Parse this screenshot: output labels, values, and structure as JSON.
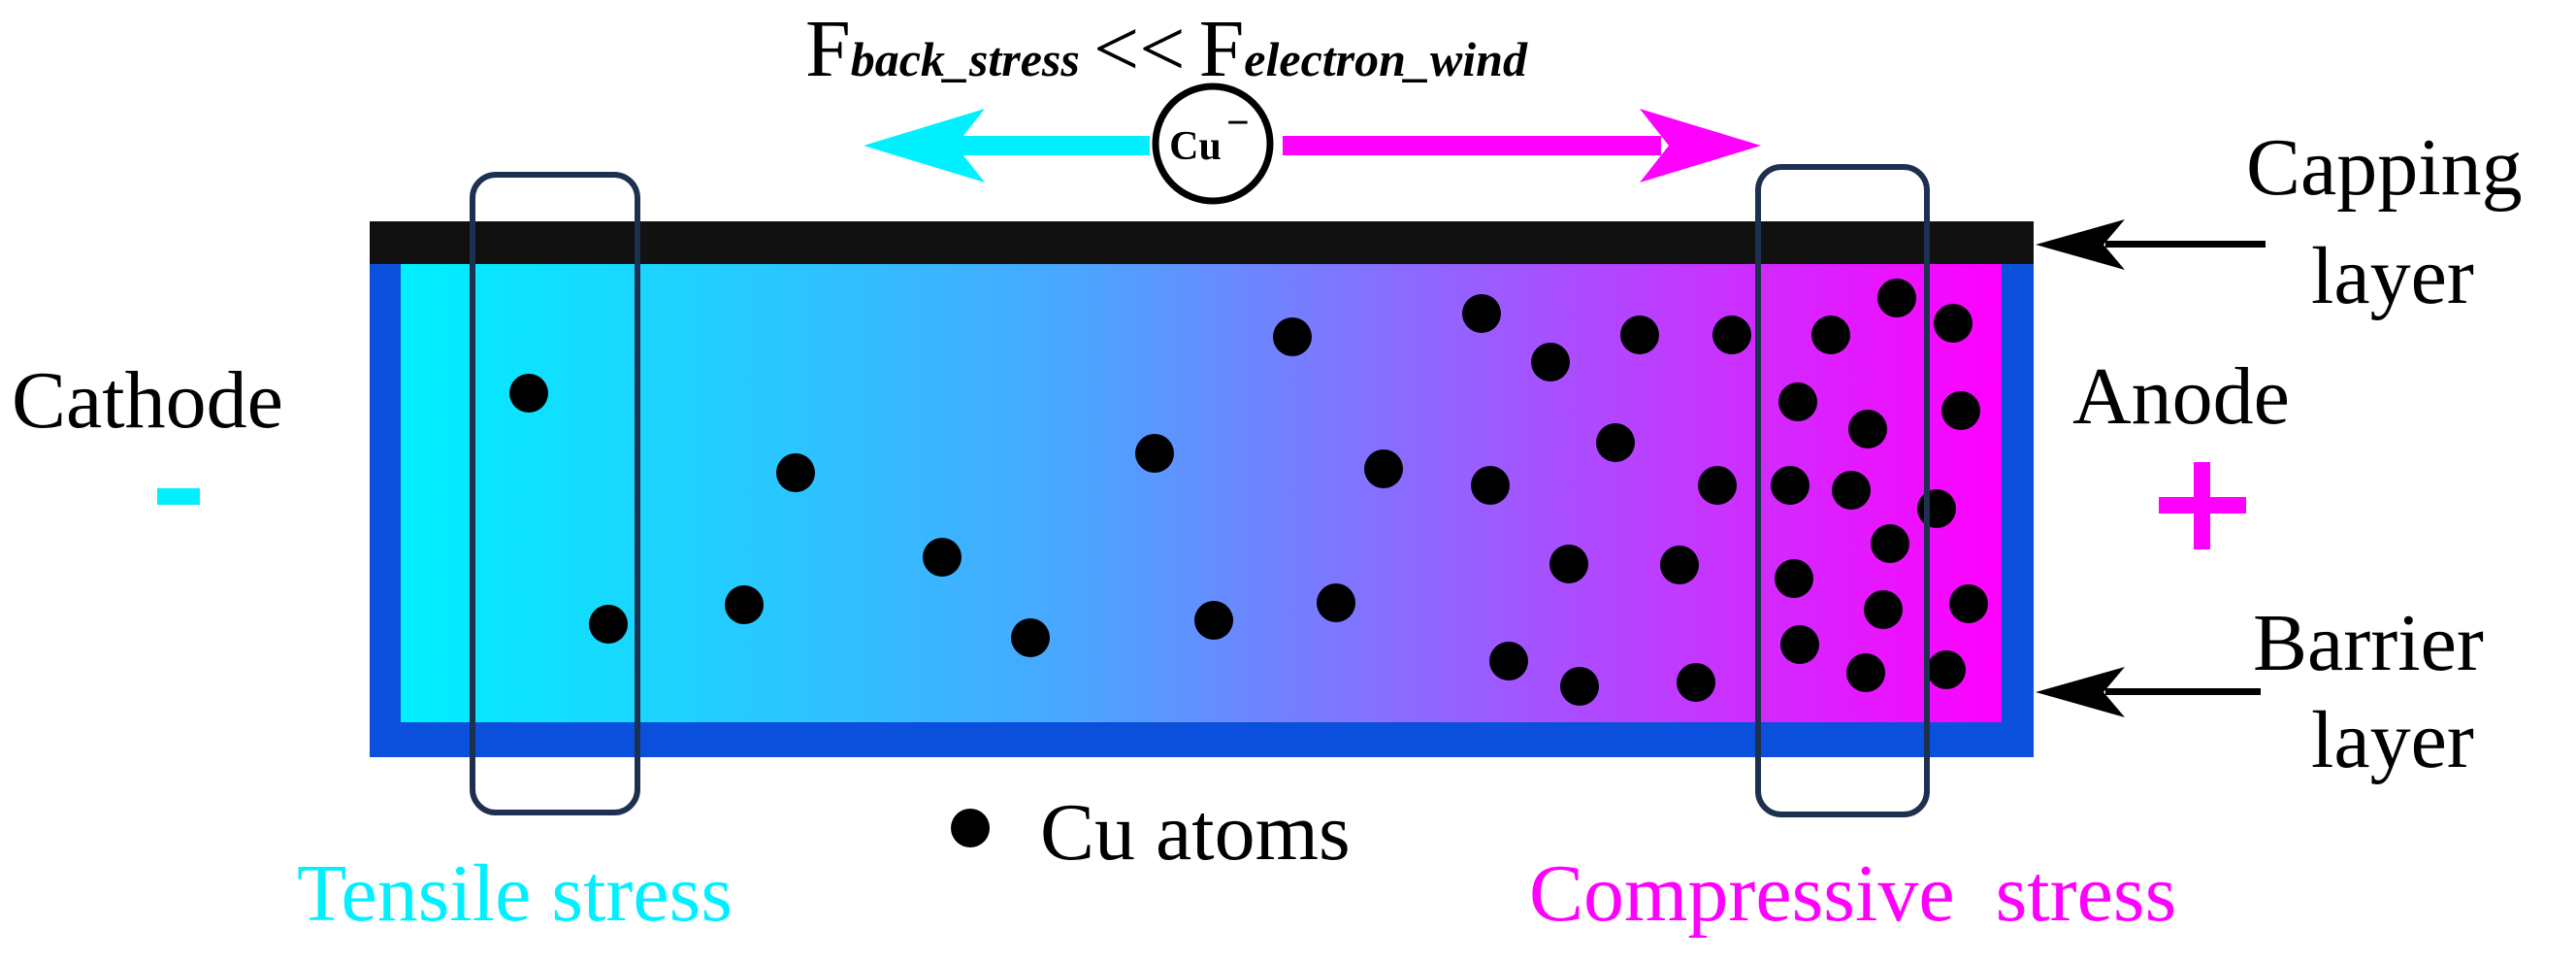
{
  "formula": {
    "f1": "F",
    "sub1": "back_stress",
    "relation": "<<",
    "f2": "F",
    "sub2": "electron_wind"
  },
  "ion_label": "Cu",
  "ion_charge": "−",
  "labels": {
    "cathode": "Cathode",
    "cathode_sign": "-",
    "anode": "Anode",
    "anode_sign": "+",
    "capping_1": "Capping",
    "capping_2": "layer",
    "barrier_1": "Barrier",
    "barrier_2": "layer",
    "legend": "Cu atoms",
    "tensile": "Tensile stress",
    "compressive": "Compressive  stress"
  },
  "colors": {
    "cyan": "#00f0ff",
    "magenta": "#ff00ff",
    "barrier": "#0a50dc",
    "capping": "#111111",
    "box": "#1e3050",
    "gradient_start": "#00f0ff",
    "gradient_mid": "#4aa6ff",
    "gradient_end": "#ff00ff"
  }
}
